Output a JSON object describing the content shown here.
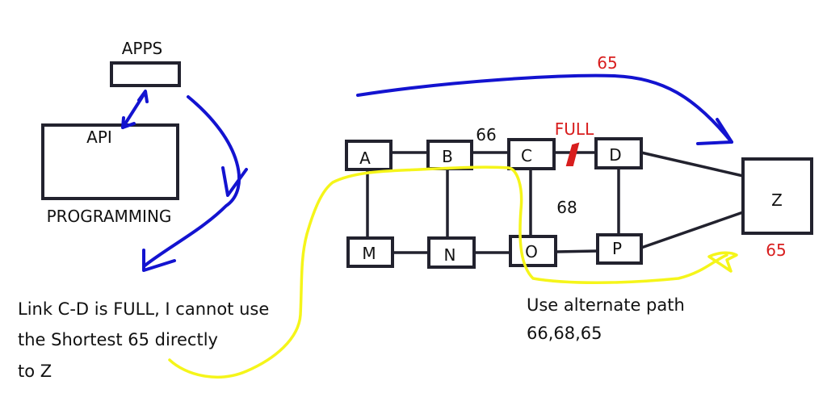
{
  "left_stack": {
    "apps_label": "APPS",
    "api_label": "API",
    "programming_label": "PROGRAMMING"
  },
  "network": {
    "nodes": {
      "A": "A",
      "B": "B",
      "C": "C",
      "D": "D",
      "M": "M",
      "N": "N",
      "O": "O",
      "P": "P",
      "Z": "Z"
    },
    "link_labels": {
      "b_c_cost": "66",
      "c_o_region_cost": "68",
      "direct_cost": "65",
      "z_cost": "65",
      "cd_status": "FULL"
    }
  },
  "notes": {
    "left": [
      "Link C-D is FULL, I cannot use",
      "the Shortest 65 directly",
      "to Z"
    ],
    "right": [
      "Use alternate path",
      "66,68,65"
    ]
  },
  "colors": {
    "box_stroke": "#22222e",
    "arrow_blue": "#1313d0",
    "path_yellow": "#f5f51a",
    "alert_red": "#d81e1e"
  }
}
